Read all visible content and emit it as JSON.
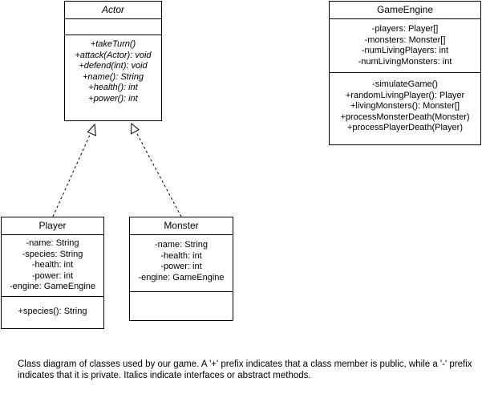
{
  "classes": {
    "actor": {
      "name": "Actor",
      "attributes": [],
      "operations": [
        "+takeTurn()",
        "+attack(Actor): void",
        "+defend(int): void",
        "+name(): String",
        "+health(): int",
        "+power(): int"
      ]
    },
    "gameengine": {
      "name": "GameEngine",
      "attributes": [
        "-players: Player[]",
        "-monsters: Monster[]",
        "-numLivingPlayers: int",
        "-numLivingMonsters: int"
      ],
      "operations": [
        "-simulateGame()",
        "+randomLivingPlayer(): Player",
        "+livingMonsters(): Monster[]",
        "+processMonsterDeath(Monster)",
        "+processPlayerDeath(Player)"
      ]
    },
    "player": {
      "name": "Player",
      "attributes": [
        "-name: String",
        "-species: String",
        "-health: int",
        "-power: int",
        "-engine: GameEngine"
      ],
      "operations": [
        "+species(): String"
      ]
    },
    "monster": {
      "name": "Monster",
      "attributes": [
        "-name: String",
        "-health: int",
        "-power: int",
        "-engine: GameEngine"
      ],
      "operations": []
    }
  },
  "relationships": [
    {
      "from": "Player",
      "to": "Actor",
      "type": "realization"
    },
    {
      "from": "Monster",
      "to": "Actor",
      "type": "realization"
    }
  ],
  "caption": "Class diagram of classes used by our game. A '+' prefix indicates that a class member is public, while a '-' prefix indicates that it is private. Italics indicate interfaces or abstract methods."
}
